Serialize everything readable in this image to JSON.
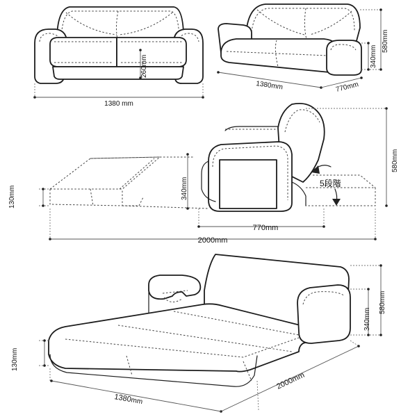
{
  "dimensions": {
    "fig1_width": "1380 mm",
    "fig1_seat_height": "260mm",
    "fig2_width": "1380mm",
    "fig2_depth": "770mm",
    "fig2_height": "580mm",
    "fig2_seat_height": "340mm",
    "fig3_bed_height": "130mm",
    "fig3_seat_height": "340mm",
    "fig3_depth": "770mm",
    "fig3_length": "2000mm",
    "fig3_height": "580mm",
    "fig3_recline_label": "5段階",
    "fig4_bed_height": "130mm",
    "fig4_seat_height": "340mm",
    "fig4_height": "580mm",
    "fig4_length": "2000mm",
    "fig4_width": "1380",
    "fig4_width_unit": "mm"
  },
  "colors": {
    "outline": "#1c1c1c",
    "background": "#ffffff"
  }
}
